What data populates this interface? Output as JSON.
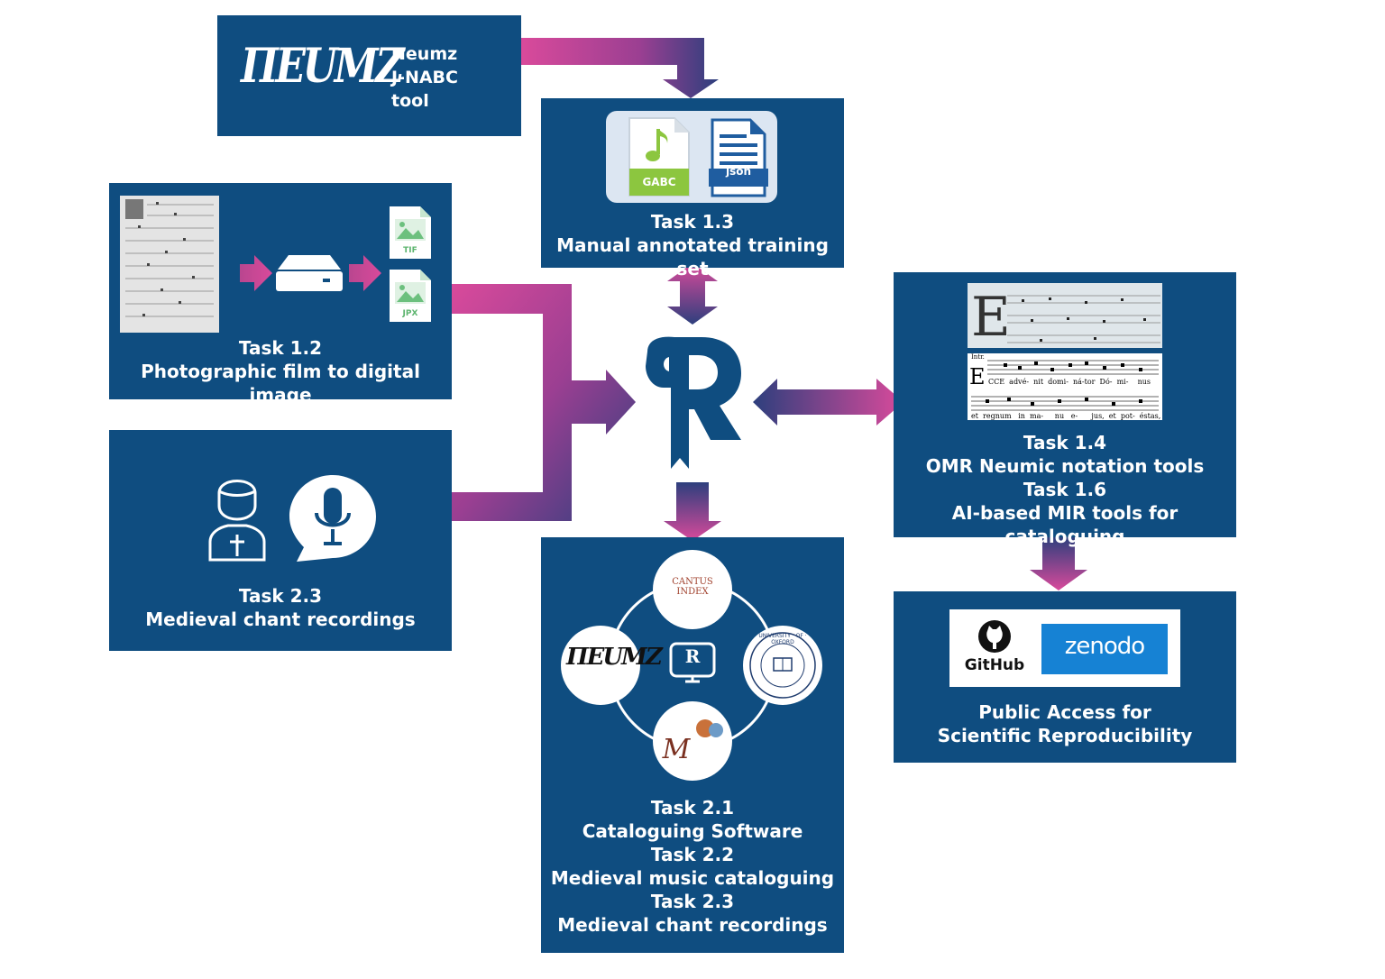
{
  "neumz_box": {
    "logo_text": "ΠEUMZ",
    "lines": [
      "Neumz",
      "J-NABC",
      "tool"
    ]
  },
  "training_box": {
    "file1_label": "GABC",
    "file2_label": "json",
    "caption": [
      "Task 1.3",
      "Manual annotated training set"
    ]
  },
  "digitize_box": {
    "file1_label": "TIF",
    "file2_label": "JPX",
    "caption": [
      "Task 1.2",
      "Photographic film to digital image"
    ]
  },
  "recordings_box": {
    "caption": [
      "Task 2.3",
      "Medieval chant recordings"
    ]
  },
  "omr_box": {
    "score_lyrics": "CCE  advé-  nit  domi-  ná-tor  Dó-  mi-    nus",
    "score_lyrics2": "et  regnum   in  ma-     nu   e-      jus,  et  pot-  éstas,",
    "score_intro": "Intr.",
    "caption": [
      "Task 1.4",
      "OMR Neumic notation tools",
      "Task 1.6",
      "AI-based MIR tools for cataloguing"
    ]
  },
  "cataloguing_box": {
    "cantus_label": "CANTUS INDEX",
    "neumz_logo": "ΠEUMZ",
    "oxford_label": "UNIVERSITY · OF · OXFORD",
    "m_label": "M",
    "caption": [
      "Task 2.1",
      "Cataloguing Software",
      "Task 2.2",
      "Medieval music cataloguing",
      "Task 2.3",
      "Medieval chant recordings"
    ]
  },
  "public_box": {
    "github_label": "GitHub",
    "zenodo_label": "zenodo",
    "caption": [
      "Public Access for",
      "Scientific Reproducibility"
    ]
  },
  "center_logo": "R",
  "colors": {
    "box_blue": "#0f4d80",
    "arrow_pink": "#d94a9b",
    "arrow_navy": "#2d3f7d",
    "gabc_green": "#8cc63f",
    "zenodo_blue": "#1682d4"
  }
}
